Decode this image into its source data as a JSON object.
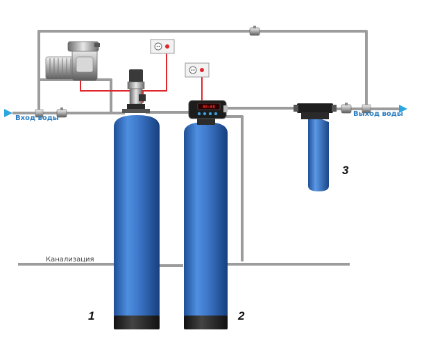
{
  "labels": {
    "water_in": "Вход воды",
    "water_out": "Выход воды",
    "sewer": "Канализация"
  },
  "numbers": {
    "tank1": "1",
    "tank2": "2",
    "filter3": "3"
  },
  "controller_display": "88:88",
  "colors": {
    "pipe": "#9c9c9c",
    "tank_blue": "#3b74c6",
    "wire_red": "#e0262b",
    "arrow_blue": "#2aa6e0"
  }
}
